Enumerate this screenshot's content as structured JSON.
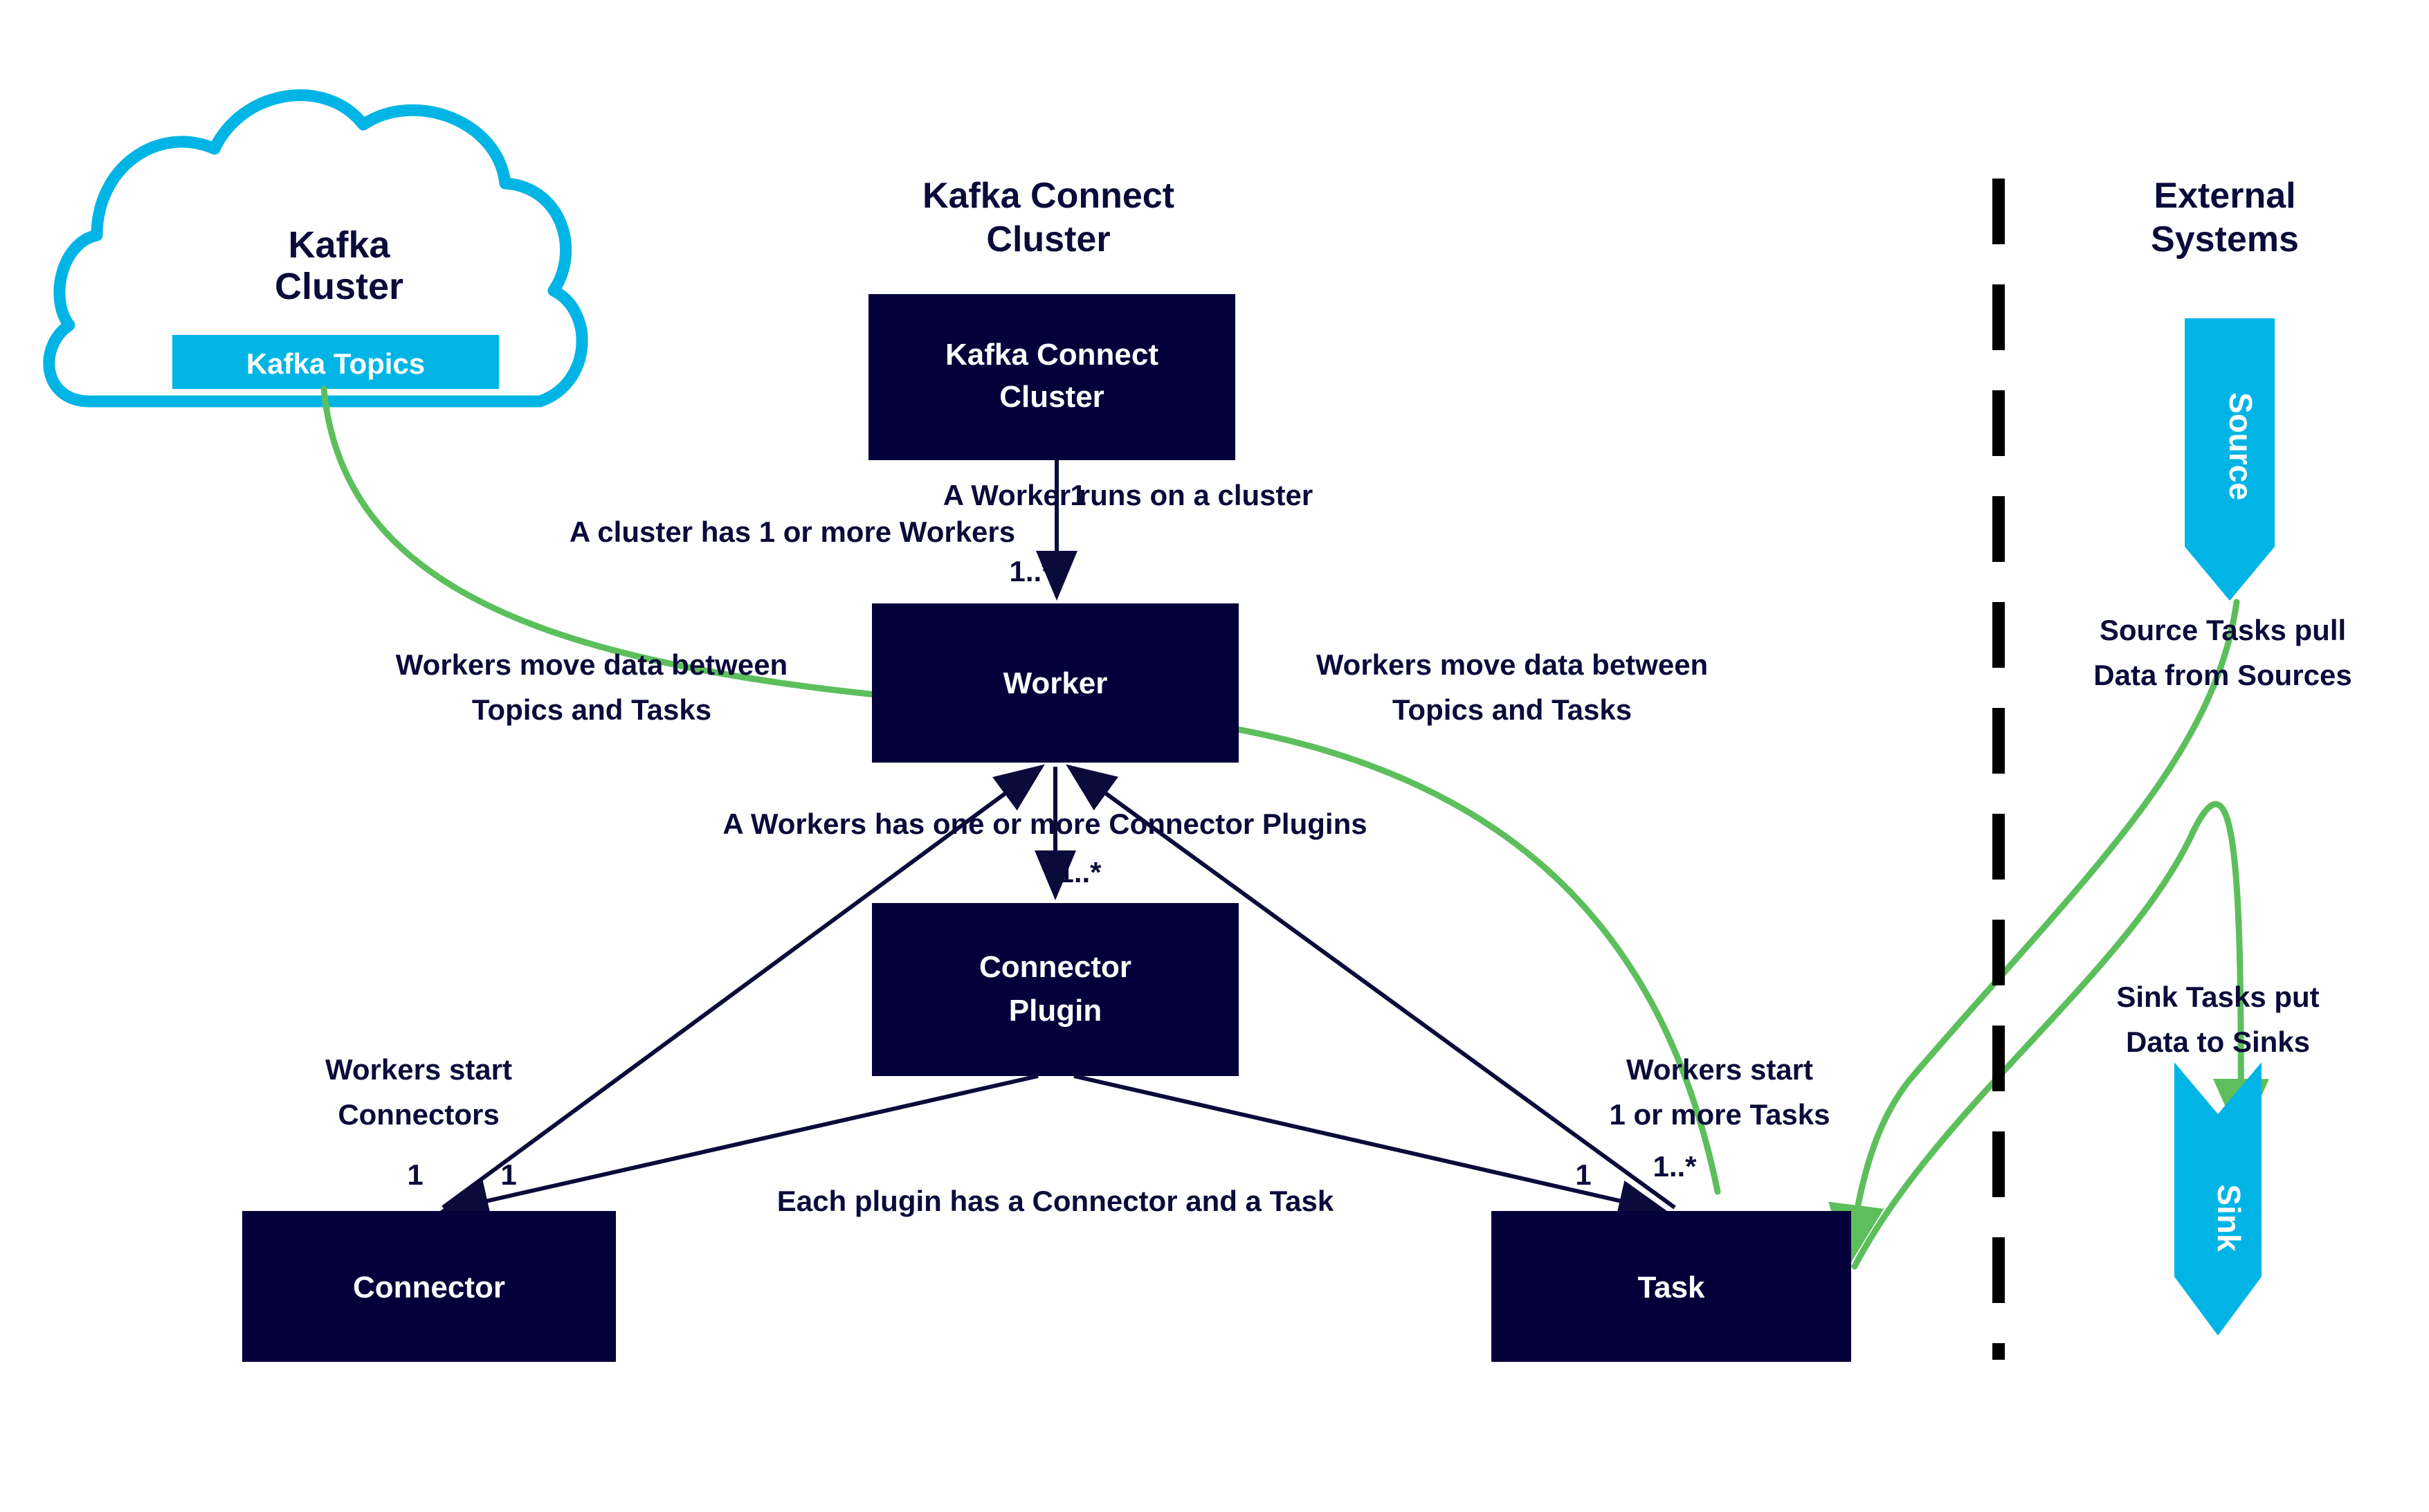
{
  "colors": {
    "navy": "#04003A",
    "cyan": "#00B5E5",
    "green": "#5CBF5C",
    "text_navy": "#0B0B3B",
    "black": "#000000",
    "white": "#FFFFFF"
  },
  "headings": {
    "kafka_connect_cluster_line1": "Kafka Connect",
    "kafka_connect_cluster_line2": "Cluster",
    "external_systems_line1": "External",
    "external_systems_line2": "Systems"
  },
  "cloud": {
    "title_line1": "Kafka",
    "title_line2": "Cluster",
    "topics_label": "Kafka Topics"
  },
  "boxes": [
    {
      "id": "kafka-connect-cluster",
      "line1": "Kafka Connect",
      "line2": "Cluster"
    },
    {
      "id": "worker",
      "line1": "Worker",
      "line2": ""
    },
    {
      "id": "connector-plugin",
      "line1": "Connector",
      "line2": "Plugin"
    },
    {
      "id": "connector",
      "line1": "Connector",
      "line2": ""
    },
    {
      "id": "task",
      "line1": "Task",
      "line2": ""
    }
  ],
  "external": {
    "source_label": "Source",
    "sink_label": "Sink",
    "source_caption_line1": "Source Tasks pull",
    "source_caption_line2": "Data from Sources",
    "sink_caption_line1": "Sink Tasks put",
    "sink_caption_line2": "Data to Sinks"
  },
  "edges": {
    "worker_runs_on_cluster": "A Worker runs on a cluster",
    "cluster_has_workers": "A cluster has 1 or more Workers",
    "workers_move_data_left_line1": "Workers move data between",
    "workers_move_data_left_line2": "Topics and Tasks",
    "workers_move_data_right_line1": "Workers move data between",
    "workers_move_data_right_line2": "Topics and Tasks",
    "worker_has_plugins": "A Workers has one or more Connector Plugins",
    "workers_start_connectors_line1": "Workers start",
    "workers_start_connectors_line2": "Connectors",
    "workers_start_tasks_line1": "Workers start",
    "workers_start_tasks_line2": "1 or more Tasks",
    "plugin_has_connector_and_task": "Each plugin has a Connector and a Task"
  },
  "multiplicities": {
    "cluster_to_worker_one": "1",
    "cluster_to_worker_many": "1..*",
    "worker_to_plugin_many": "1..*",
    "plugin_to_connector_one": "1",
    "worker_to_connector_one": "1",
    "plugin_to_task_one": "1",
    "worker_to_task_many": "1..*"
  }
}
